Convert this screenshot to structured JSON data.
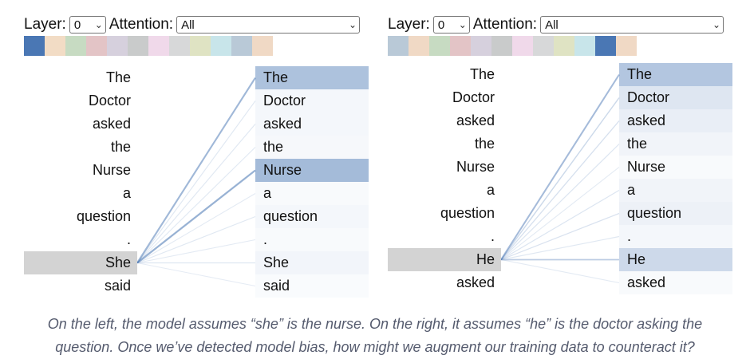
{
  "left_panel": {
    "layer_label": "Layer:",
    "layer_value": "0",
    "attention_label": "Attention:",
    "attention_value": "All",
    "swatches": [
      "#4a77b4",
      "#f2dcc5",
      "#c7dbc2",
      "#e3c4c6",
      "#d6d0dd",
      "#c9cbcb",
      "#f0d9ea",
      "#d7d8d9",
      "#dfe3c3",
      "#c8e5ea",
      "#b9c9d7",
      "#f0d9c5"
    ],
    "source_tokens": [
      "The",
      "Doctor",
      "asked",
      "the",
      "Nurse",
      "a",
      "question",
      ".",
      "She",
      "said"
    ],
    "target_tokens": [
      "The",
      "Doctor",
      "asked",
      "the",
      "Nurse",
      "a",
      "question",
      ".",
      "She",
      "said"
    ],
    "query_index": 8,
    "attention_weights": [
      0.45,
      0.06,
      0.06,
      0.05,
      0.5,
      0.04,
      0.06,
      0.04,
      0.07,
      0.03
    ],
    "highlight_color": "#d3d3d3",
    "attention_color": "#4a77b4"
  },
  "right_panel": {
    "layer_label": "Layer:",
    "layer_value": "0",
    "attention_label": "Attention:",
    "attention_value": "All",
    "swatches": [
      "#b9c9d7",
      "#f0d9c5",
      "#c7dbc2",
      "#e3c4c6",
      "#d6d0dd",
      "#c9cbcb",
      "#f0d9ea",
      "#d7d8d9",
      "#dfe3c3",
      "#c8e5ea",
      "#4a77b4",
      "#f0d9c5"
    ],
    "source_tokens": [
      "The",
      "Doctor",
      "asked",
      "the",
      "Nurse",
      "a",
      "question",
      ".",
      "He",
      "asked"
    ],
    "target_tokens": [
      "The",
      "Doctor",
      "asked",
      "the",
      "Nurse",
      "a",
      "question",
      ".",
      "He",
      "asked"
    ],
    "query_index": 8,
    "attention_weights": [
      0.42,
      0.18,
      0.12,
      0.08,
      0.04,
      0.08,
      0.1,
      0.06,
      0.28,
      0.04
    ],
    "highlight_color": "#d3d3d3",
    "attention_color": "#4a77b4"
  },
  "caption": {
    "line1": "On the left, the model assumes “she” is the nurse. On the right, it assumes “he” is the doctor asking the",
    "line2": "question. Once we’ve detected model bias, how might we augment our training data to counteract it?"
  }
}
